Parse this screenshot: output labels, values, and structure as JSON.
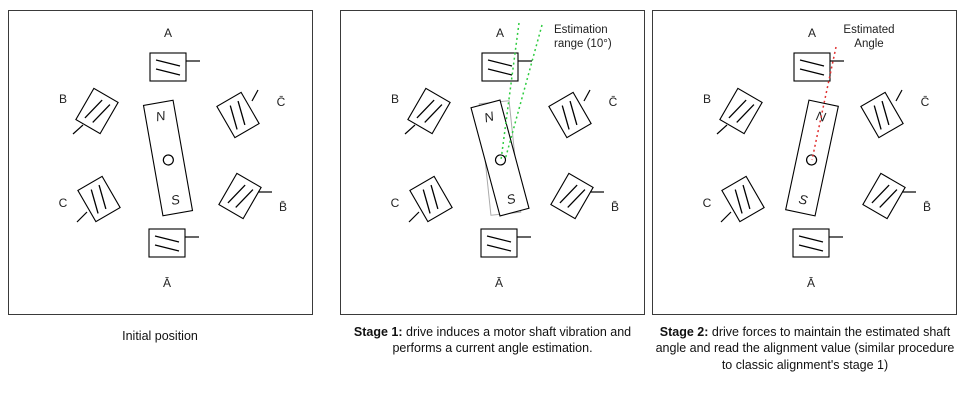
{
  "coil_labels": {
    "a": "A",
    "b": "B",
    "c_bar": "C̄",
    "c": "C",
    "b_bar": "B̄",
    "a_bar": "Ā"
  },
  "rotor_labels": {
    "n": "N",
    "s": "S"
  },
  "colors": {
    "estimation_range": "#2ecc40",
    "estimated_angle": "#e03131"
  },
  "panels": [
    {
      "caption": {
        "bold": "",
        "text": "Initial position"
      }
    },
    {
      "annotation": {
        "line1": "Estimation",
        "line2": "range (10°)"
      },
      "caption": {
        "bold": "Stage 1:",
        "text": " drive induces a motor shaft vibration and performs a current angle estimation."
      }
    },
    {
      "annotation": {
        "line1": "Estimated",
        "line2": "Angle"
      },
      "caption": {
        "bold": "Stage 2:",
        "text": " drive forces to maintain the estimated shaft angle and read the alignment value (similar procedure to classic alignment's stage 1)"
      }
    }
  ]
}
